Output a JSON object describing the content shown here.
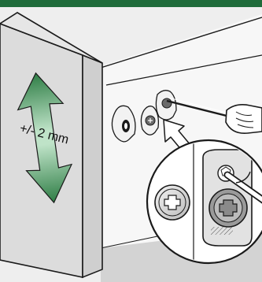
{
  "diagram": {
    "adjustment_label": "+/- 2 mm",
    "colors": {
      "top_bar": "#1f6b3a",
      "panel_fill": "#dcdcdc",
      "background": "#eeeeee",
      "floor": "#d3d3d3",
      "arrow_dark": "#2e7d45",
      "arrow_light": "#bfe3c8",
      "line": "#1a1a1a",
      "inset_fill": "#ffffff"
    },
    "icons": {
      "adjust_arrow": "double-vertical-arrow",
      "tool": "screwdriver",
      "hinge": "cam-fitting",
      "magnifier": "detail-inset-circle"
    }
  }
}
